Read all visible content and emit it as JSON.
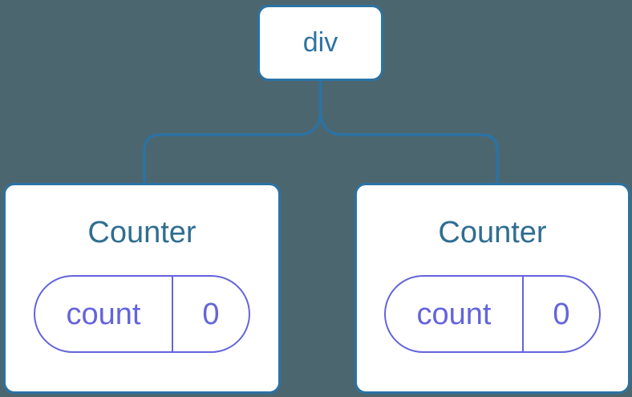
{
  "diagram": {
    "type": "component-tree",
    "colors": {
      "background": "#4C6670",
      "line": "#2B73A3",
      "card_background": "#FFFFFF",
      "root_label": "#2E74A3",
      "card_title": "#2F6E91",
      "state_pill": "#6464DC"
    },
    "root": {
      "label": "div"
    },
    "children": [
      {
        "title": "Counter",
        "state": {
          "key": "count",
          "value": "0"
        }
      },
      {
        "title": "Counter",
        "state": {
          "key": "count",
          "value": "0"
        }
      }
    ]
  }
}
